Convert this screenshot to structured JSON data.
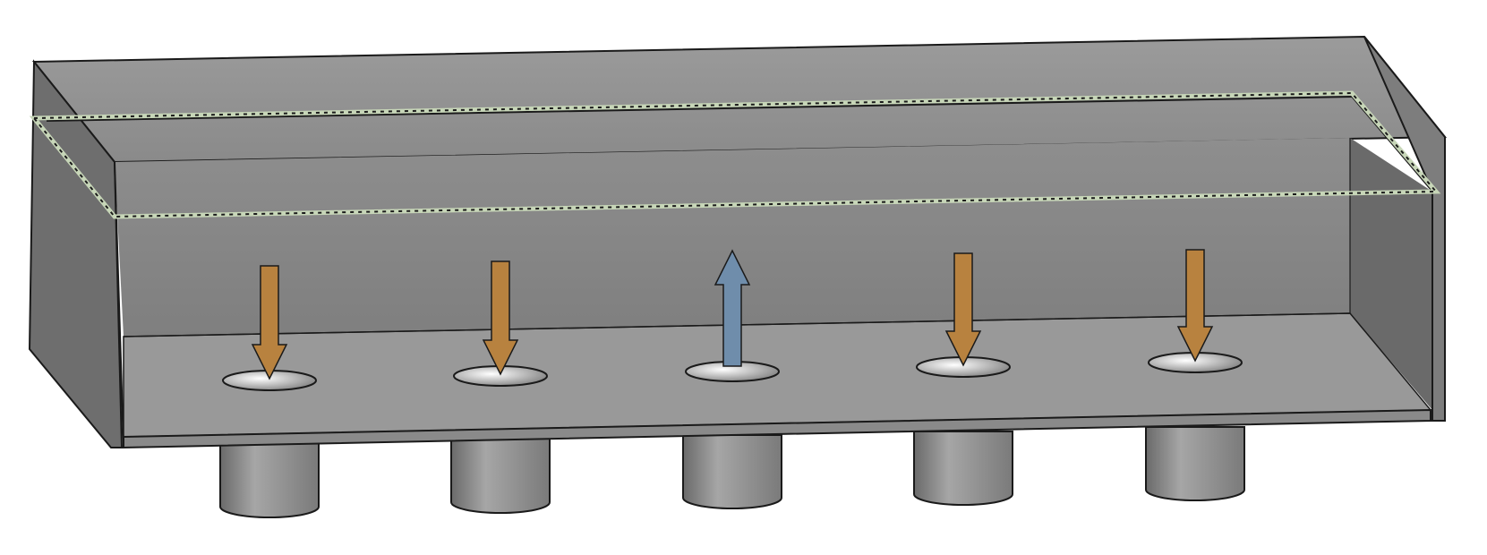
{
  "scene": {
    "type": "3d-cad-render",
    "colors": {
      "background": "#ffffff",
      "box_dark": "#6e6e6e",
      "box_mid": "#8c8c8c",
      "box_light": "#a3a3a3",
      "wall_back": "#8a8a8a",
      "floor": "#9a9a9a",
      "pipe": "#8e8e8e",
      "outline": "#1a1a1a",
      "level_line": "#c7d6b8",
      "inflow_arrow": "#b8823f",
      "outflow_arrow": "#6f8dab"
    },
    "arrows": [
      {
        "direction": "down",
        "role": "inflow"
      },
      {
        "direction": "down",
        "role": "inflow"
      },
      {
        "direction": "up",
        "role": "outflow"
      },
      {
        "direction": "down",
        "role": "inflow"
      },
      {
        "direction": "down",
        "role": "inflow"
      }
    ],
    "pipe_count": 5
  }
}
